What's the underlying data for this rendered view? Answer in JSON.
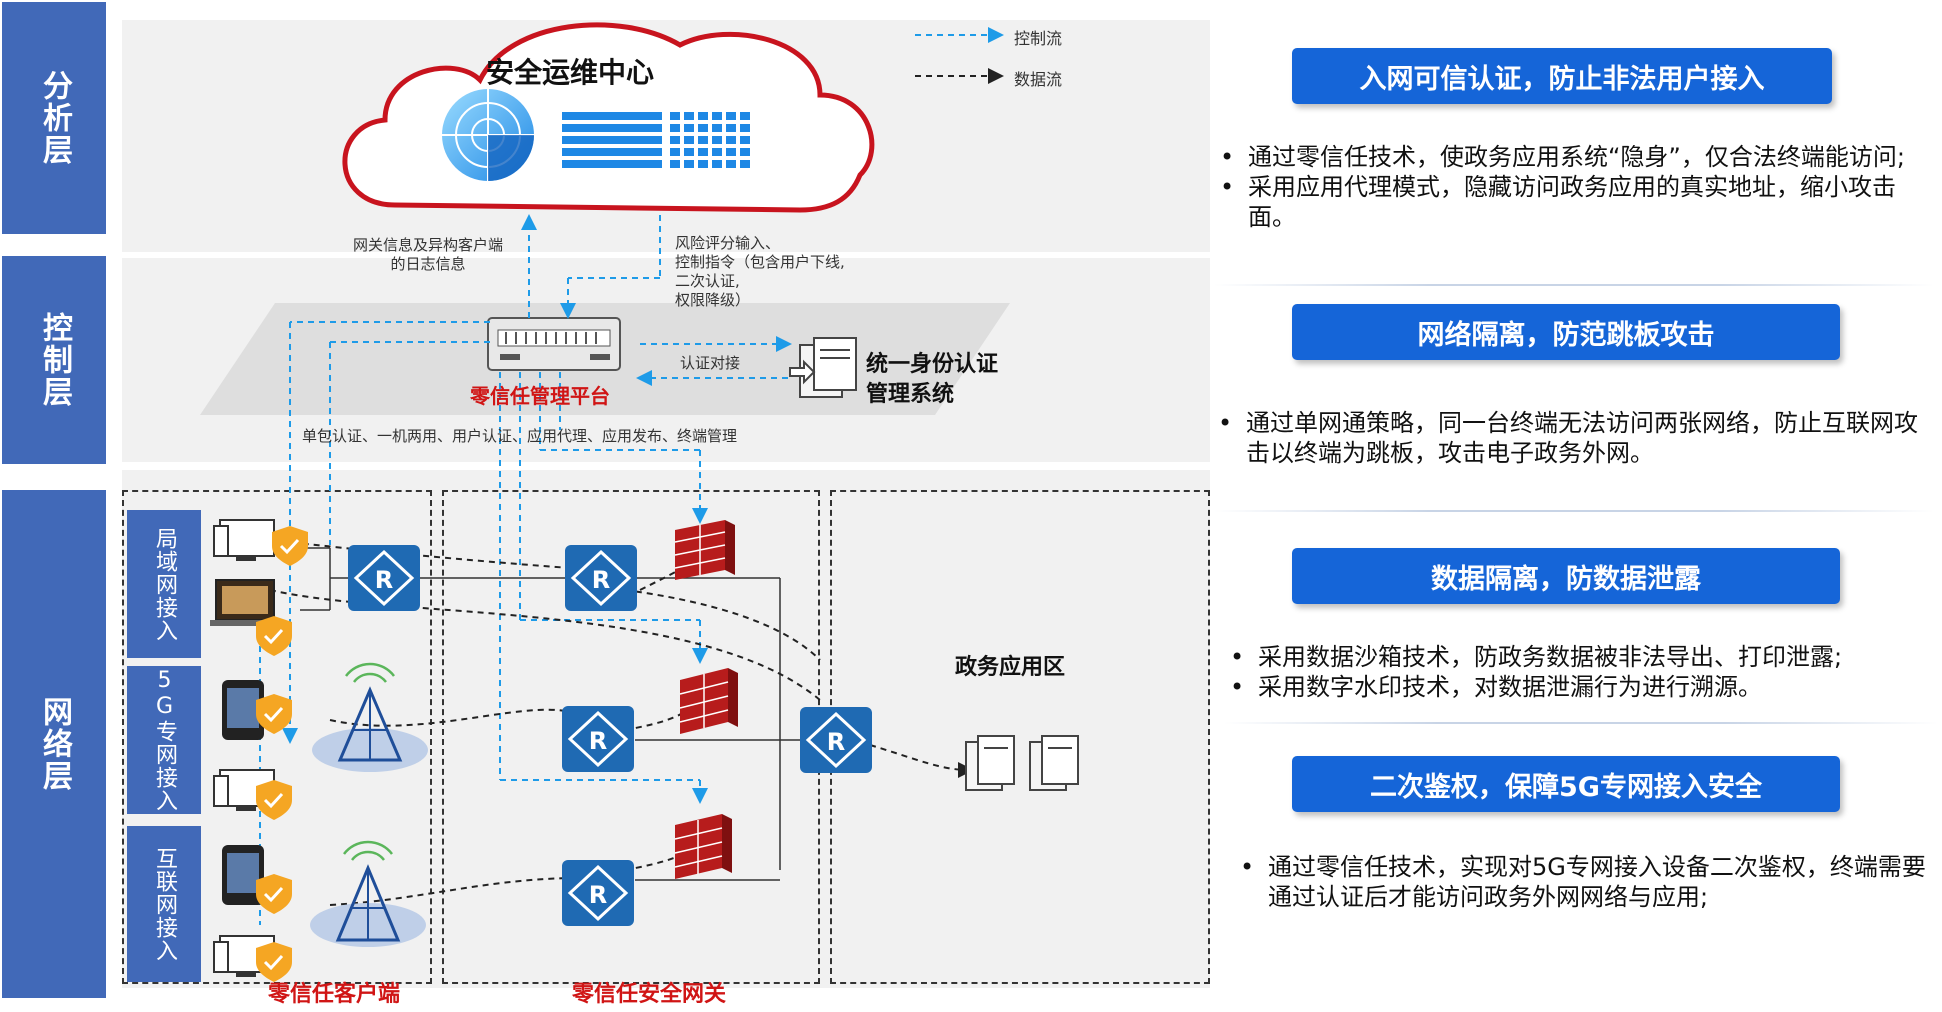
{
  "layers": {
    "analysis": "分析层",
    "control": "控制层",
    "network": "网络层"
  },
  "access": {
    "lan": "局域网接入",
    "private5g": "5G专网接入",
    "internet": "互联网接入"
  },
  "cloud": {
    "title": "安全运维中心"
  },
  "legend": {
    "control_flow": "控制流",
    "data_flow": "数据流"
  },
  "annotations": {
    "gateway_info": [
      "网关信息及异构客户端",
      "的日志信息"
    ],
    "risk_input": [
      "风险评分输入、",
      "控制指令（包含用户下线,",
      "二次认证,",
      "权限降级）"
    ],
    "auth_link": "认证对接",
    "functions": "单包认证、一机两用、用户认证、应用代理、应用发布、终端管理"
  },
  "control": {
    "platform_label": "零信任管理平台",
    "iam_label": [
      "统一身份认证",
      "管理系统"
    ]
  },
  "zones": {
    "client": "零信任客户端",
    "gateway": "零信任安全网关",
    "app_zone": "政务应用区"
  },
  "features": [
    {
      "title": "入网可信认证，防止非法用户接入",
      "bullets": [
        "通过零信任技术，使政务应用系统“隐身”，仅合法终端能访问;",
        "采用应用代理模式，隐藏访问政务应用的真实地址，缩小攻击面。"
      ]
    },
    {
      "title": "网络隔离，防范跳板攻击",
      "bullets": [
        "通过单网通策略，同一台终端无法访问两张网络，防止互联网攻击以终端为跳板，攻击电子政务外网。"
      ]
    },
    {
      "title": "数据隔离，防数据泄露",
      "bullets": [
        "采用数据沙箱技术，防政务数据被非法导出、打印泄露;",
        "采用数字水印技术，对数据泄漏行为进行溯源。"
      ]
    },
    {
      "title": "二次鉴权，保障5G专网接入安全",
      "bullets": [
        "通过零信任技术，实现对5G专网接入设备二次鉴权，终端需要通过认证后才能访问政务外网网络与应用;"
      ]
    }
  ],
  "colors": {
    "layer_blue": "#4169b8",
    "pill_blue": "#1565d8",
    "router_blue": "#1f6ab3",
    "cloud_red": "#c8141e",
    "firewall_red": "#b71c1c",
    "control_flow": "#1e9be8",
    "data_flow": "#222222",
    "shield_orange": "#f5a623"
  }
}
